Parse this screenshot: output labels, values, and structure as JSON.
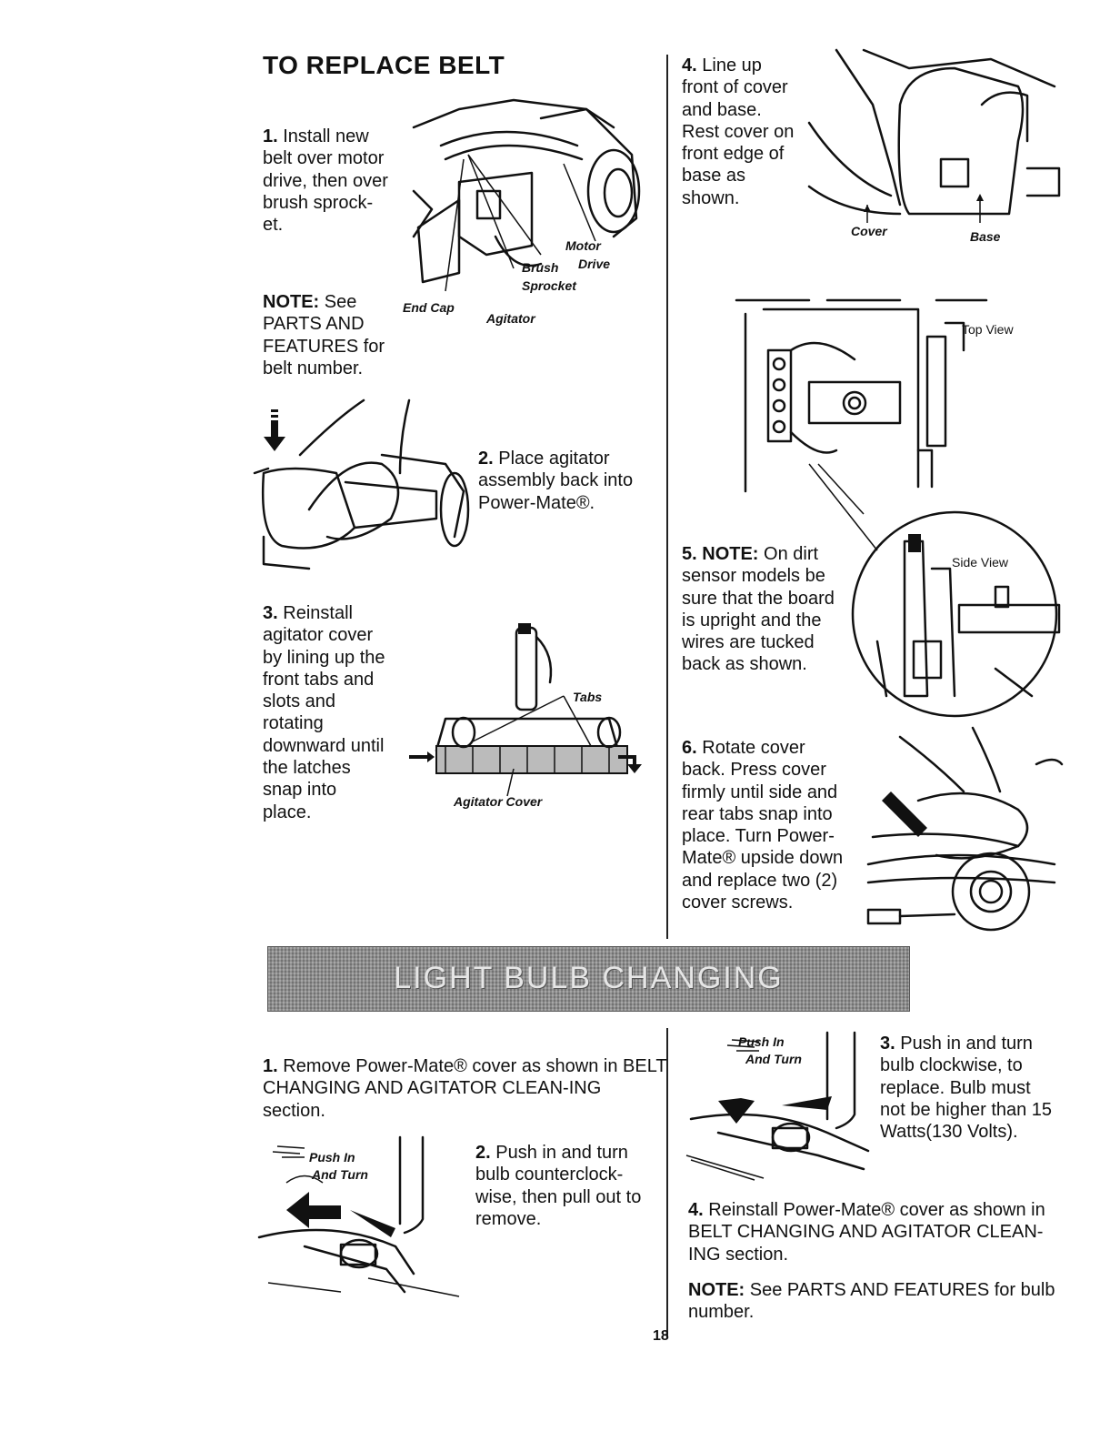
{
  "belt": {
    "title": "TO REPLACE BELT",
    "step1": {
      "num": "1.",
      "text": "Install new belt over motor drive, then over brush sprock-et."
    },
    "note1": {
      "label": "NOTE:",
      "text": "See PARTS AND FEATURES for belt number."
    },
    "fig1_labels": {
      "end_cap": "End Cap",
      "agitator": "Agitator",
      "brush_sprocket_1": "Brush",
      "brush_sprocket_2": "Sprocket",
      "motor_drive_1": "Motor",
      "motor_drive_2": "Drive"
    },
    "step2": {
      "num": "2.",
      "text": "Place agitator assembly back into Power-Mate®."
    },
    "step3": {
      "num": "3.",
      "text": "Reinstall agitator cover by lining up the front tabs and slots and rotating downward until the latches snap into place."
    },
    "fig3_labels": {
      "tabs": "Tabs",
      "agitator_cover": "Agitator Cover"
    },
    "step4": {
      "num": "4.",
      "text": "Line up front of cover and base. Rest cover on front edge of base as shown."
    },
    "fig4_labels": {
      "cover": "Cover",
      "base": "Base"
    },
    "fig5_labels": {
      "top_view": "Top View",
      "side_view": "Side View"
    },
    "step5": {
      "num": "5.",
      "label": "NOTE:",
      "text": "On dirt sensor models be sure that the board is upright and the wires are tucked back as shown."
    },
    "step6": {
      "num": "6.",
      "text": "Rotate cover back. Press cover firmly until side and rear tabs snap into place. Turn Power-Mate® upside down and replace two (2) cover screws."
    }
  },
  "bulb": {
    "banner": "LIGHT BULB CHANGING",
    "step1": {
      "num": "1.",
      "text": "Remove Power-Mate® cover as shown in BELT CHANGING AND AGITATOR CLEAN-ING section."
    },
    "step2": {
      "num": "2.",
      "text": "Push in and turn bulb counterclock-wise, then pull out to remove."
    },
    "fig_label_1": "Push In",
    "fig_label_2": "And Turn",
    "step3": {
      "num": "3.",
      "text": "Push in and turn bulb clockwise, to replace. Bulb must not be higher than 15 Watts(130 Volts)."
    },
    "step4": {
      "num": "4.",
      "text": "Reinstall Power-Mate® cover as shown in BELT CHANGING AND AGITATOR CLEAN-ING section."
    },
    "note": {
      "label": "NOTE:",
      "text": "See PARTS AND FEATURES for bulb number."
    }
  },
  "page_number": "18"
}
